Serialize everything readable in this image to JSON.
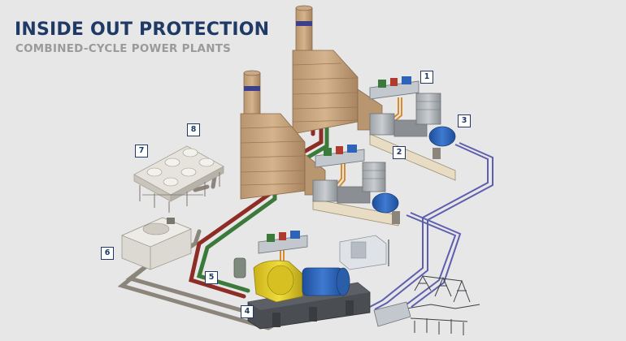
{
  "header": {
    "title": "INSIDE OUT PROTECTION",
    "subtitle": "COMBINED-CYCLE POWER PLANTS"
  },
  "callouts": [
    "1",
    "2",
    "3",
    "4",
    "5",
    "6",
    "7",
    "8"
  ],
  "colors": {
    "background": "#e7e7e7",
    "title_blue": "#1f3a66",
    "subtitle_gray": "#9a9a9a",
    "stack_tan": "#c7a47e",
    "turbine_blue": "#2d63b8",
    "generator_yellow": "#e6cf24",
    "steam_pipe_red": "#8e2d25",
    "steam_pipe_green": "#3b7a3b",
    "electrical_line_purple": "#5f5fb0",
    "pipe_gray": "#8c857c",
    "orange_line": "#d98a2a"
  }
}
